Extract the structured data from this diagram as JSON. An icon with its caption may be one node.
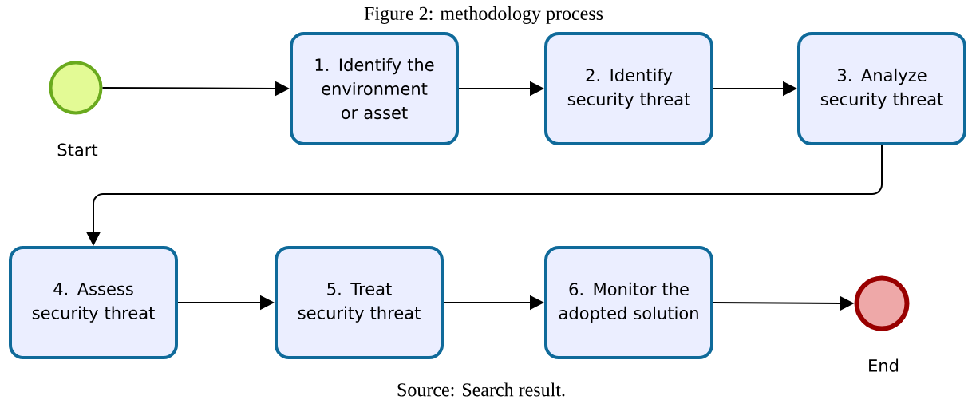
{
  "diagram": {
    "title": "Figure 2: methodology process",
    "caption": "Source: Search result.",
    "nodes": [
      {
        "text": [],
        "shape": "circle",
        "beside": [
          "Start"
        ]
      },
      {
        "text": [
          "1. Identify the environment or asset"
        ]
      },
      {
        "text": [
          "2. Identify security threat"
        ]
      },
      {
        "text": [
          "3. Analyze security threat"
        ]
      },
      {
        "text": [
          "4. Assess security threat"
        ]
      },
      {
        "text": [
          "5. Treat security threat"
        ]
      },
      {
        "text": [
          "6. Monitor the adopted solution"
        ]
      },
      {
        "text": [],
        "shape": "circle",
        "beside": [
          "End"
        ]
      }
    ],
    "edges": [
      {
        "from": 0,
        "to": 1,
        "arrow": "to"
      },
      {
        "from": 1,
        "to": 2,
        "arrow": "to"
      },
      {
        "from": 2,
        "to": 3,
        "arrow": "to"
      },
      {
        "from": 3,
        "to": 4,
        "arrow": "to"
      },
      {
        "from": 4,
        "to": 5,
        "arrow": "to"
      },
      {
        "from": 5,
        "to": 6,
        "arrow": "to"
      },
      {
        "from": 6,
        "to": 7,
        "arrow": "to"
      }
    ]
  }
}
